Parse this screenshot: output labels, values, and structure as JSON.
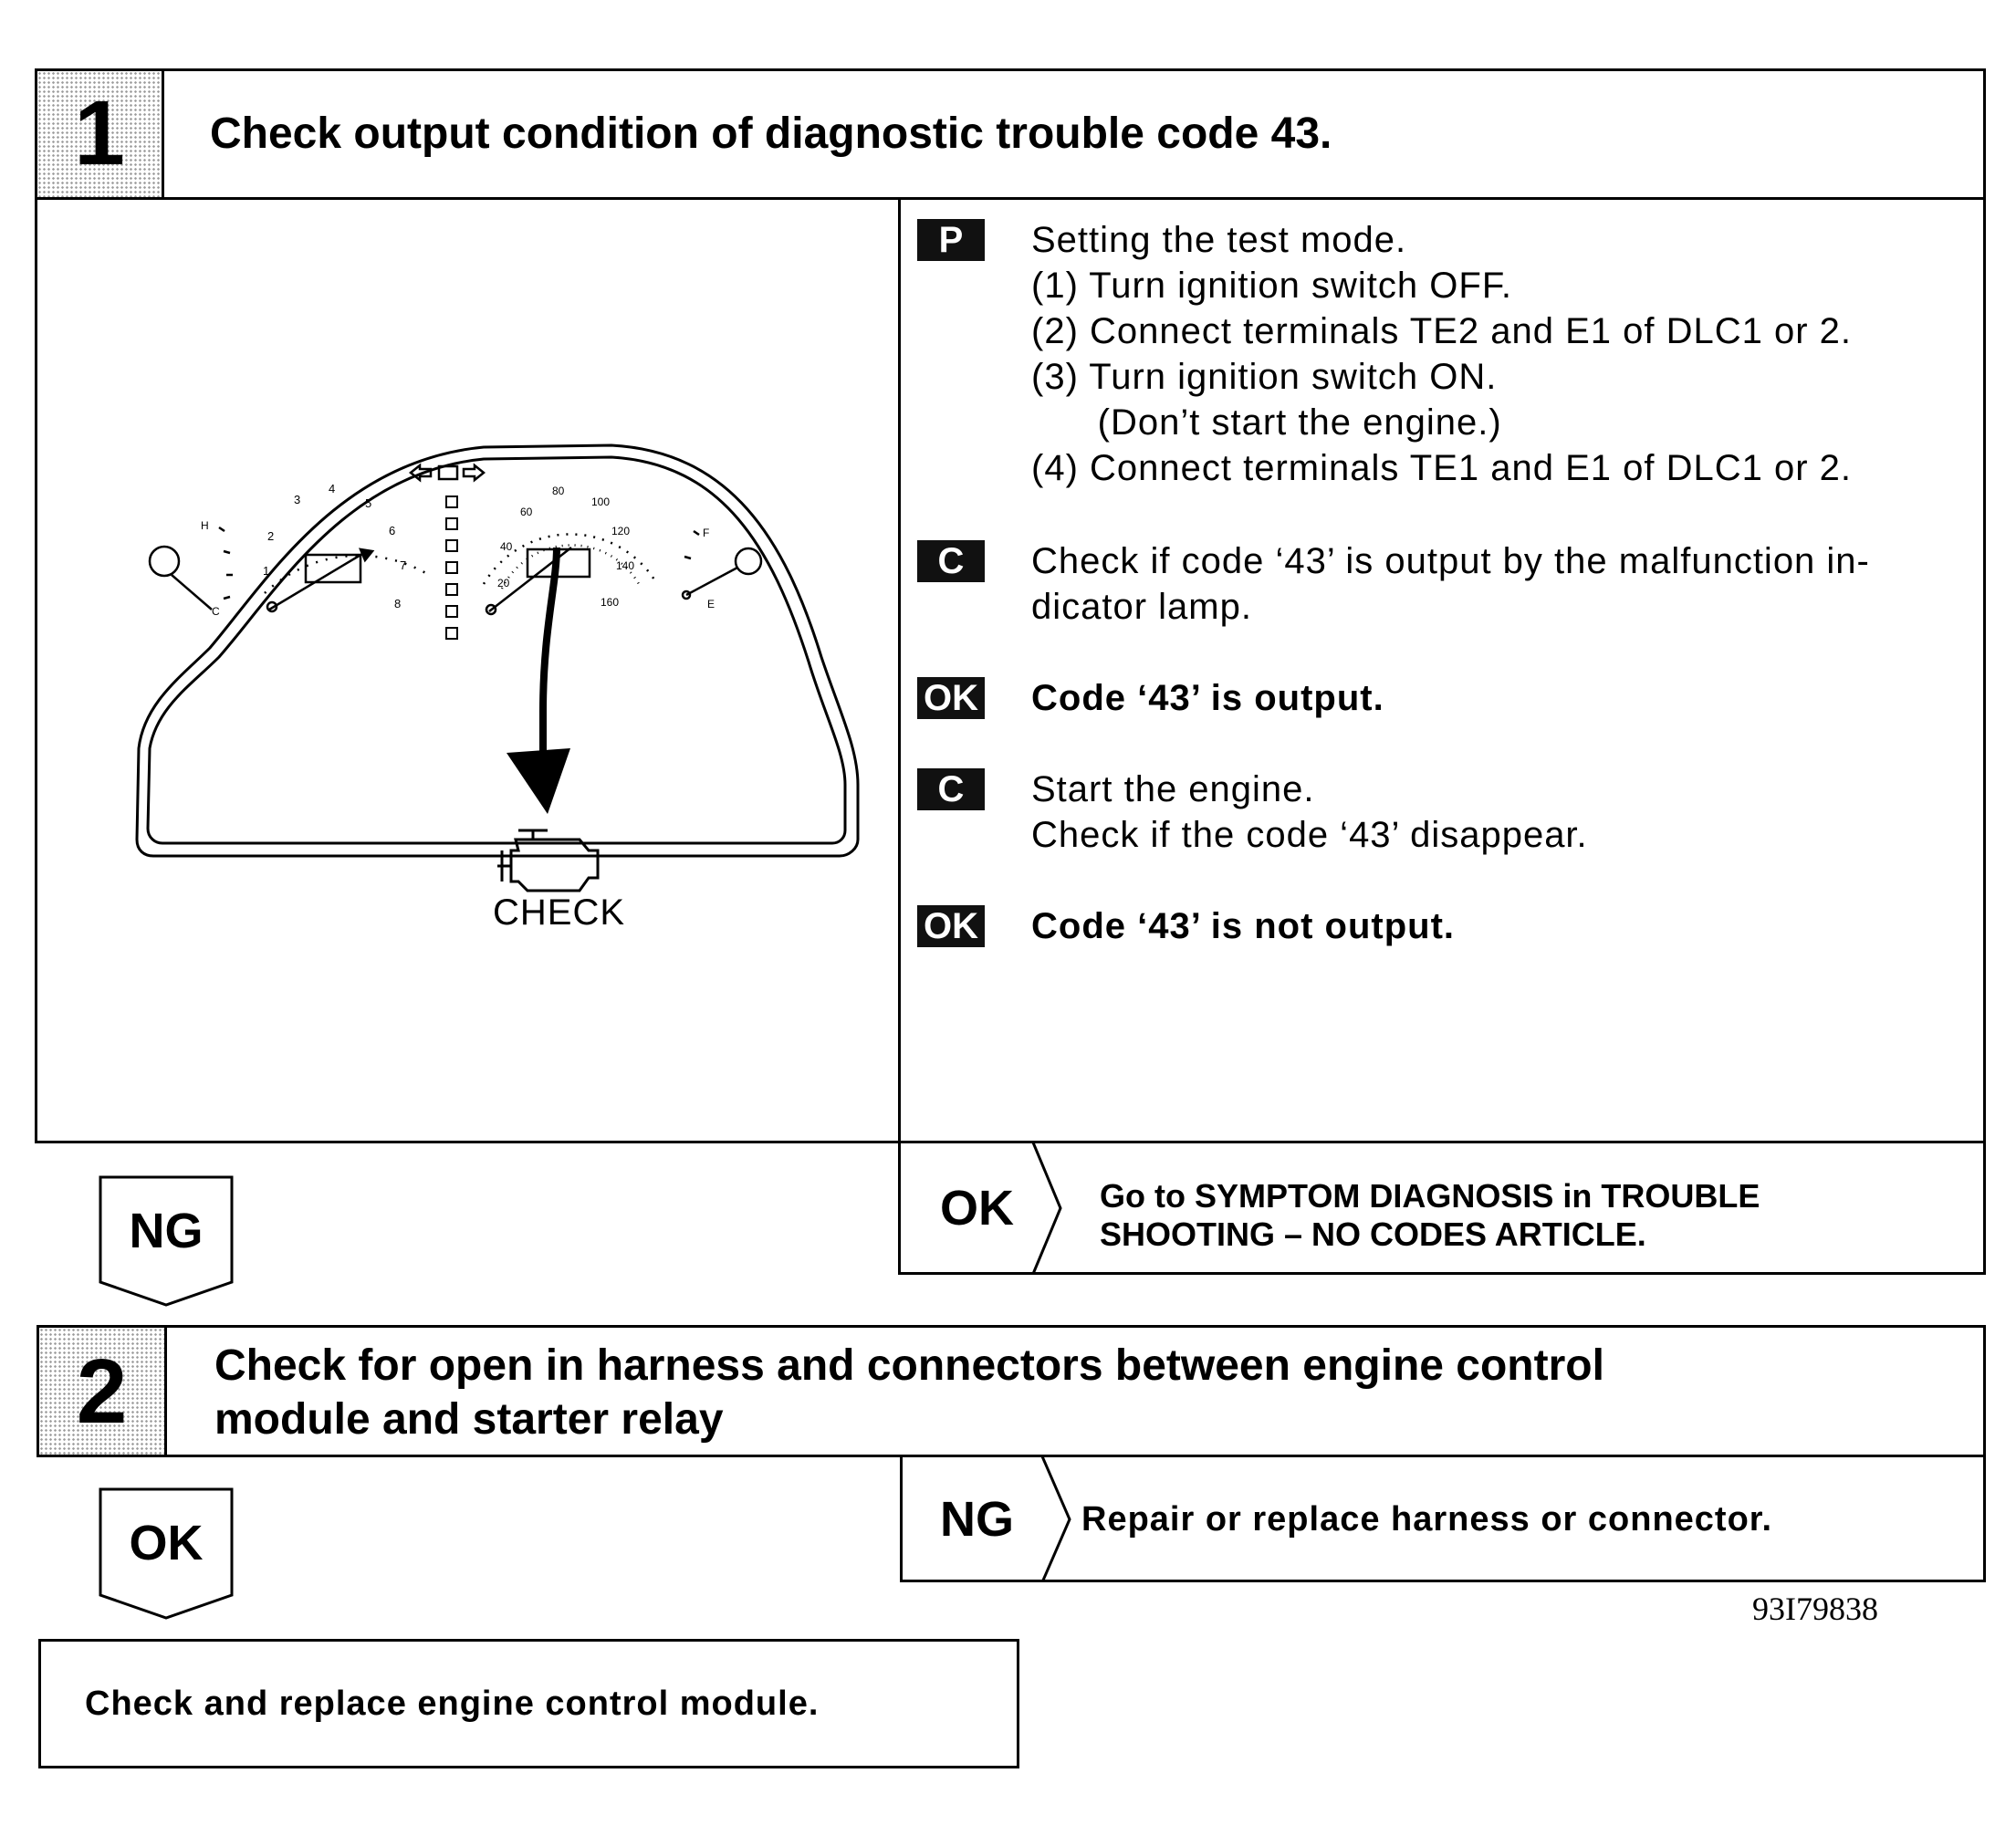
{
  "step1": {
    "number": "1",
    "title": "Check output condition of diagnostic trouble code 43.",
    "illustration": {
      "tach_labels": [
        "1",
        "2",
        "3",
        "4",
        "5",
        "6",
        "7",
        "8"
      ],
      "speed_labels": [
        "20",
        "40",
        "60",
        "80",
        "100",
        "120",
        "140",
        "160"
      ],
      "temp_labels": [
        "H",
        "C"
      ],
      "fuel_labels": [
        "F",
        "E"
      ],
      "check_label": "CHECK"
    },
    "procedures": [
      {
        "badge": "P",
        "bold": false,
        "lines": [
          "Setting the test mode.",
          "(1) Turn ignition switch OFF.",
          "(2) Connect terminals TE2 and E1 of DLC1 or 2.",
          "(3) Turn ignition switch ON.",
          "      (Don’t start the engine.)",
          "(4) Connect terminals TE1 and E1 of DLC1 or 2."
        ]
      },
      {
        "badge": "C",
        "bold": false,
        "lines": [
          "Check if code ‘43’ is output by the malfunction in-",
          "dicator lamp."
        ]
      },
      {
        "badge": "OK",
        "bold": true,
        "lines": [
          "Code ‘43’ is output."
        ]
      },
      {
        "badge": "C",
        "bold": false,
        "lines": [
          "Start the engine.",
          "Check if the code ‘43’ disappear."
        ]
      },
      {
        "badge": "OK",
        "bold": true,
        "lines": [
          "Code ‘43’ is not output."
        ]
      }
    ],
    "left_tag": "NG",
    "result": {
      "label": "OK",
      "text_line1": "Go to SYMPTOM DIAGNOSIS in TROUBLE",
      "text_line2": "SHOOTING  –  NO CODES ARTICLE."
    }
  },
  "step2": {
    "number": "2",
    "title_line1": "Check for open in harness and connectors between engine control",
    "title_line2": "module and starter relay",
    "left_tag": "OK",
    "result": {
      "label": "NG",
      "text": "Repair or replace harness or connector."
    }
  },
  "reference": "93I79838",
  "final_box": "Check and replace engine control module."
}
